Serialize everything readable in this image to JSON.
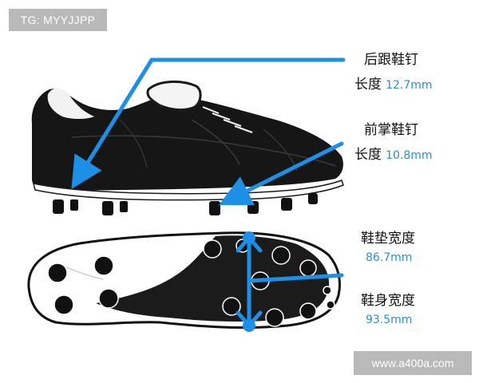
{
  "watermark": "TG: MYYJJPP",
  "site": "www.a400a.com",
  "colors": {
    "accent": "#1e8fe6",
    "label_value": "#2a8ed8",
    "shoe": "#151515",
    "sole": "#ffffff",
    "tag_bg": "#b9b9b9"
  },
  "specs": [
    {
      "title": "后跟鞋钉",
      "label": "长度",
      "value": "12.7mm"
    },
    {
      "title": "前掌鞋钉",
      "label": "长度",
      "value": "10.8mm"
    },
    {
      "title": "鞋垫宽度",
      "value": "86.7mm"
    },
    {
      "title": "鞋身宽度",
      "value": "93.5mm"
    }
  ]
}
